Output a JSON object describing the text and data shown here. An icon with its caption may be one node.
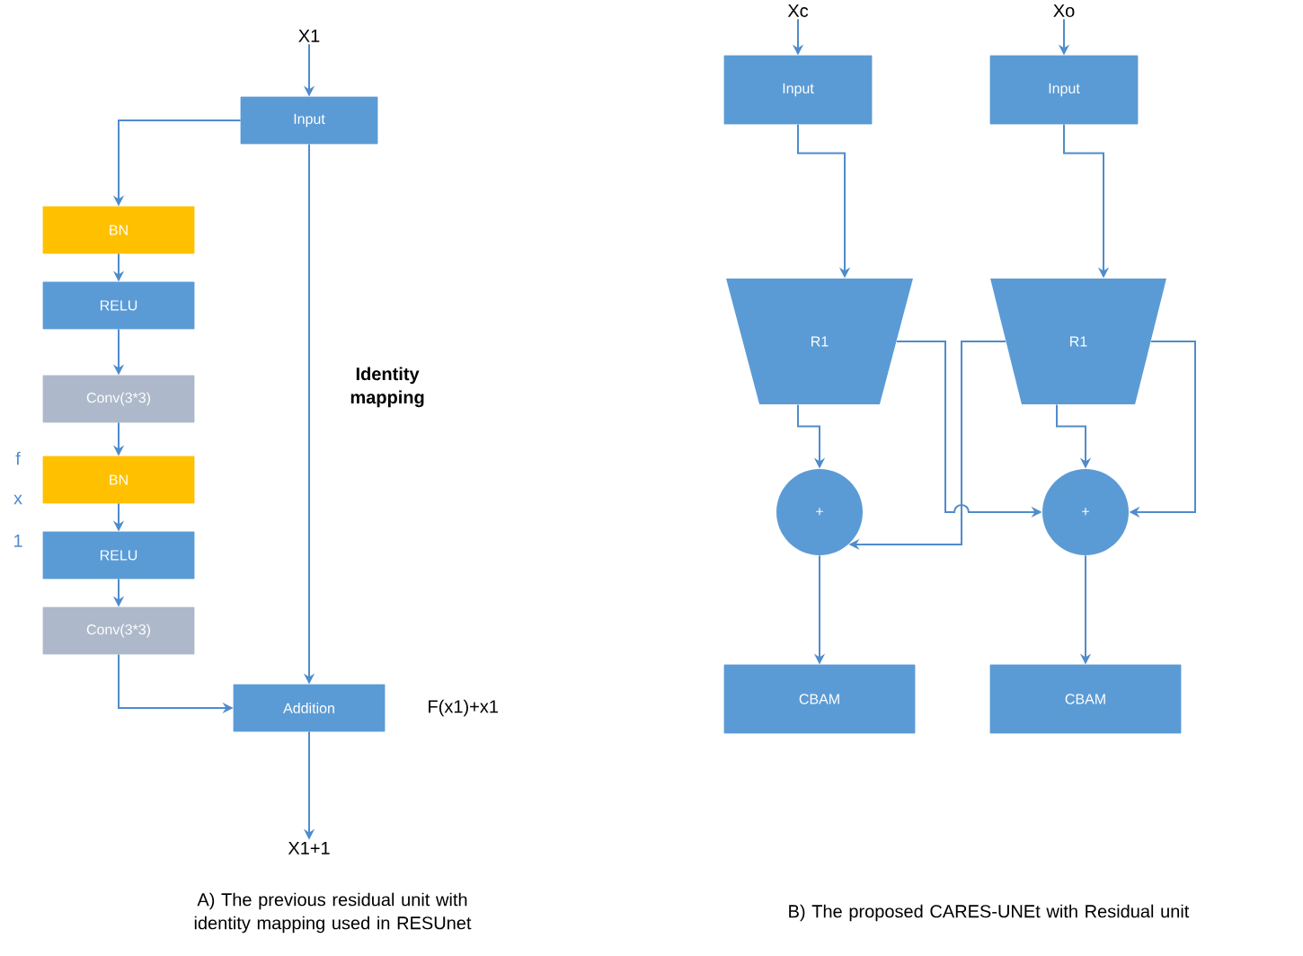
{
  "diagram": {
    "nodes": [
      {
        "text": [
          "X1"
        ]
      },
      {
        "text": [
          "Input"
        ]
      },
      {
        "text": [
          "BN"
        ]
      },
      {
        "text": [
          "RELU"
        ]
      },
      {
        "text": [
          "Conv(3*3)"
        ]
      },
      {
        "text": [
          "BN"
        ]
      },
      {
        "text": [
          "RELU"
        ]
      },
      {
        "text": [
          "Conv(3*3)"
        ]
      },
      {
        "text": [
          "Addition"
        ],
        "beside": [
          "F(x1)+x1"
        ]
      },
      {
        "text": [
          "X1+1"
        ]
      },
      {
        "text": [
          "Xc"
        ]
      },
      {
        "text": [
          "Input"
        ]
      },
      {
        "text": [
          "R1"
        ]
      },
      {
        "text": [
          "+"
        ]
      },
      {
        "text": [
          "CBAM"
        ]
      },
      {
        "text": [
          "Xo"
        ]
      },
      {
        "text": [
          "Input"
        ]
      },
      {
        "text": [
          "R1"
        ]
      },
      {
        "text": [
          "+"
        ]
      },
      {
        "text": [
          "CBAM"
        ]
      }
    ],
    "edges": [
      {
        "from": 0,
        "to": 1,
        "arrow": "to"
      },
      {
        "from": 1,
        "to": 2,
        "arrow": "to"
      },
      {
        "from": 2,
        "to": 3,
        "arrow": "to"
      },
      {
        "from": 3,
        "to": 4,
        "arrow": "to"
      },
      {
        "from": 4,
        "to": 5,
        "arrow": "to"
      },
      {
        "from": 5,
        "to": 6,
        "arrow": "to"
      },
      {
        "from": 6,
        "to": 7,
        "arrow": "to"
      },
      {
        "from": 7,
        "to": 8,
        "arrow": "to"
      },
      {
        "from": 1,
        "to": 8,
        "arrow": "to",
        "label": "Identity mapping"
      },
      {
        "from": 8,
        "to": 9,
        "arrow": "to"
      },
      {
        "from": 10,
        "to": 11,
        "arrow": "to"
      },
      {
        "from": 11,
        "to": 12,
        "arrow": "to"
      },
      {
        "from": 12,
        "to": 13,
        "arrow": "to"
      },
      {
        "from": 13,
        "to": 14,
        "arrow": "to"
      },
      {
        "from": 15,
        "to": 16,
        "arrow": "to"
      },
      {
        "from": 16,
        "to": 17,
        "arrow": "to"
      },
      {
        "from": 17,
        "to": 18,
        "arrow": "to"
      },
      {
        "from": 18,
        "to": 19,
        "arrow": "to"
      },
      {
        "from": 12,
        "to": 18,
        "arrow": "to"
      },
      {
        "from": 17,
        "to": 13,
        "arrow": "to"
      },
      {
        "from": 17,
        "to": 18,
        "arrow": "to"
      }
    ],
    "labels": [
      "f",
      "x",
      "1",
      "A) The previous residual unit with identity mapping used in RESUnet",
      "B) The proposed CARES-UNEt with Residual unit"
    ]
  }
}
